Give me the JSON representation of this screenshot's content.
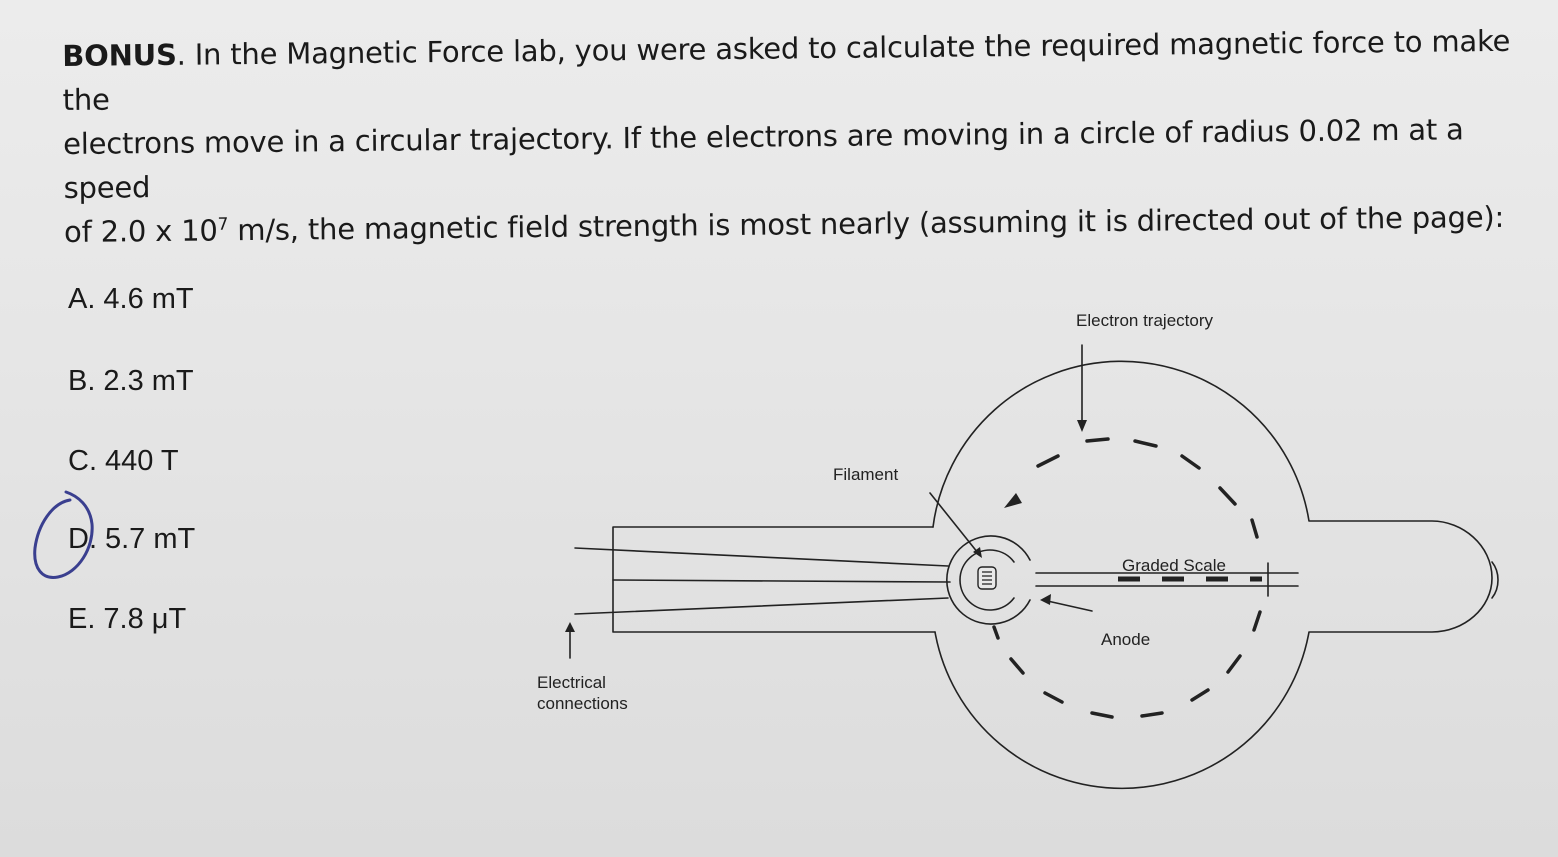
{
  "question": {
    "bold_lead": "BONUS",
    "line1_rest": ". In the Magnetic Force lab, you were asked to calculate the required magnetic force to make the",
    "line2": "electrons move in a circular trajectory. If the electrons are moving in a circle of radius 0.02 m at a speed",
    "line3_pre": "of 2.0 x 10",
    "line3_sup": "7",
    "line3_post": " m/s, the magnetic field strength is most nearly (assuming it is directed out of the page):"
  },
  "choices": [
    {
      "letter": "A.",
      "text": "4.6 mT"
    },
    {
      "letter": "B.",
      "text": "2.3 mT"
    },
    {
      "letter": "C.",
      "text": "440 T"
    },
    {
      "letter": "D.",
      "text": "5.7 mT"
    },
    {
      "letter": "E.",
      "text": "7.8 μT"
    }
  ],
  "selected_choice": "D",
  "diagram": {
    "labels": {
      "electron_trajectory": "Electron trajectory",
      "filament": "Filament",
      "graded_scale": "Graded Scale",
      "anode": "Anode",
      "electrical_line1": "Electrical",
      "electrical_line2": "connections"
    }
  },
  "colors": {
    "paper": "#e8e8e8",
    "ink": "#1a1a1a",
    "pen": "#3a3f8f"
  }
}
